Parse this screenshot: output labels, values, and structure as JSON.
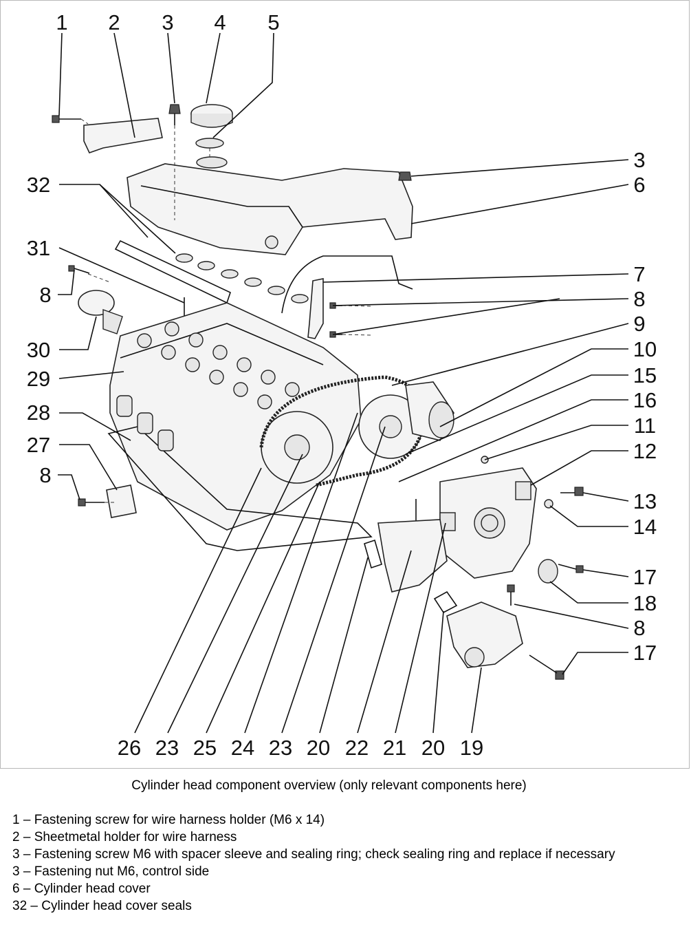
{
  "diagram": {
    "callouts": {
      "n1": "1",
      "n2": "2",
      "n3a": "3",
      "n4": "4",
      "n5": "5",
      "n3b": "3",
      "n6": "6",
      "n32": "32",
      "n31": "31",
      "n7": "7",
      "n8a": "8",
      "n8b": "8",
      "n9": "9",
      "n30": "30",
      "n10": "10",
      "n29": "29",
      "n15": "15",
      "n28": "28",
      "n16": "16",
      "n11": "11",
      "n27": "27",
      "n12": "12",
      "n8c": "8",
      "n13": "13",
      "n14": "14",
      "n17a": "17",
      "n18": "18",
      "n8d": "8",
      "n17b": "17",
      "b26": "26",
      "b23a": "23",
      "b25": "25",
      "b24": "24",
      "b23b": "23",
      "b20a": "20",
      "b22": "22",
      "b21": "21",
      "b20b": "20",
      "b19": "19"
    }
  },
  "caption": "Cylinder head component overview (only relevant components here)",
  "legend": [
    "1 – Fastening screw for wire harness holder (M6 x 14)",
    "2 – Sheetmetal holder for wire harness",
    "3 – Fastening screw M6 with spacer sleeve and sealing ring; check sealing ring and replace if necessary",
    "3 – Fastening nut M6, control side",
    "6 – Cylinder head cover",
    "32 – Cylinder head cover seals"
  ]
}
